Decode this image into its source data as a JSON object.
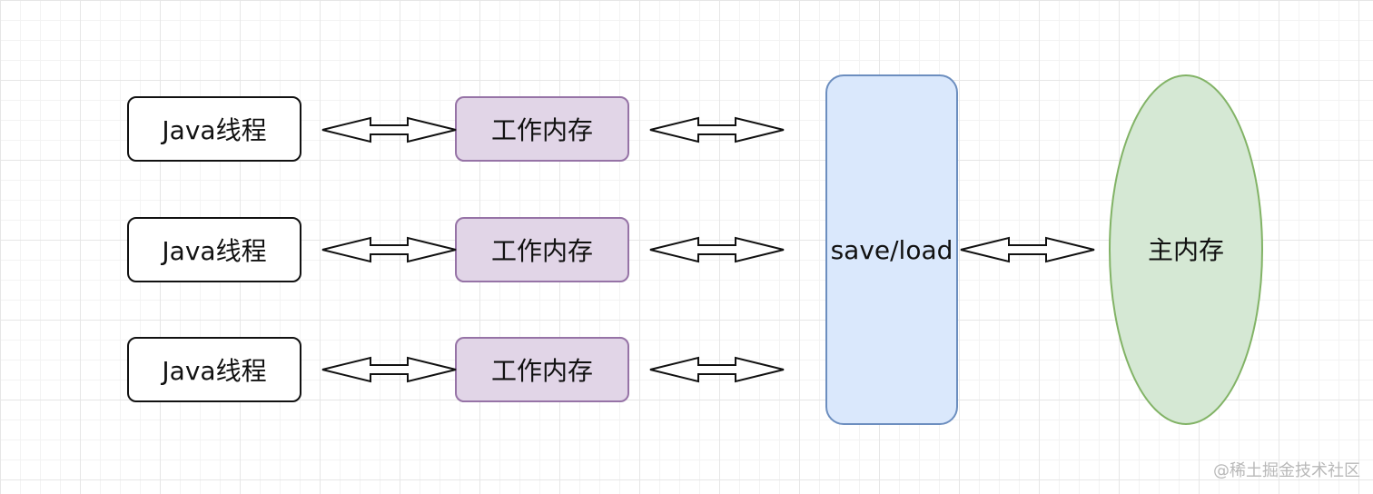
{
  "diagram": {
    "threads": [
      {
        "label": "Java线程"
      },
      {
        "label": "Java线程"
      },
      {
        "label": "Java线程"
      }
    ],
    "work_memories": [
      {
        "label": "工作内存"
      },
      {
        "label": "工作内存"
      },
      {
        "label": "工作内存"
      }
    ],
    "save_load": {
      "label": "save/load"
    },
    "main_memory": {
      "label": "主内存"
    },
    "colors": {
      "work_fill": "#e1d5e7",
      "work_stroke": "#9673a6",
      "saveload_fill": "#dae8fc",
      "saveload_stroke": "#6c8ebf",
      "main_fill": "#d5e8d4",
      "main_stroke": "#82b366"
    }
  },
  "watermark": {
    "text": "@稀土掘金技术社区"
  }
}
